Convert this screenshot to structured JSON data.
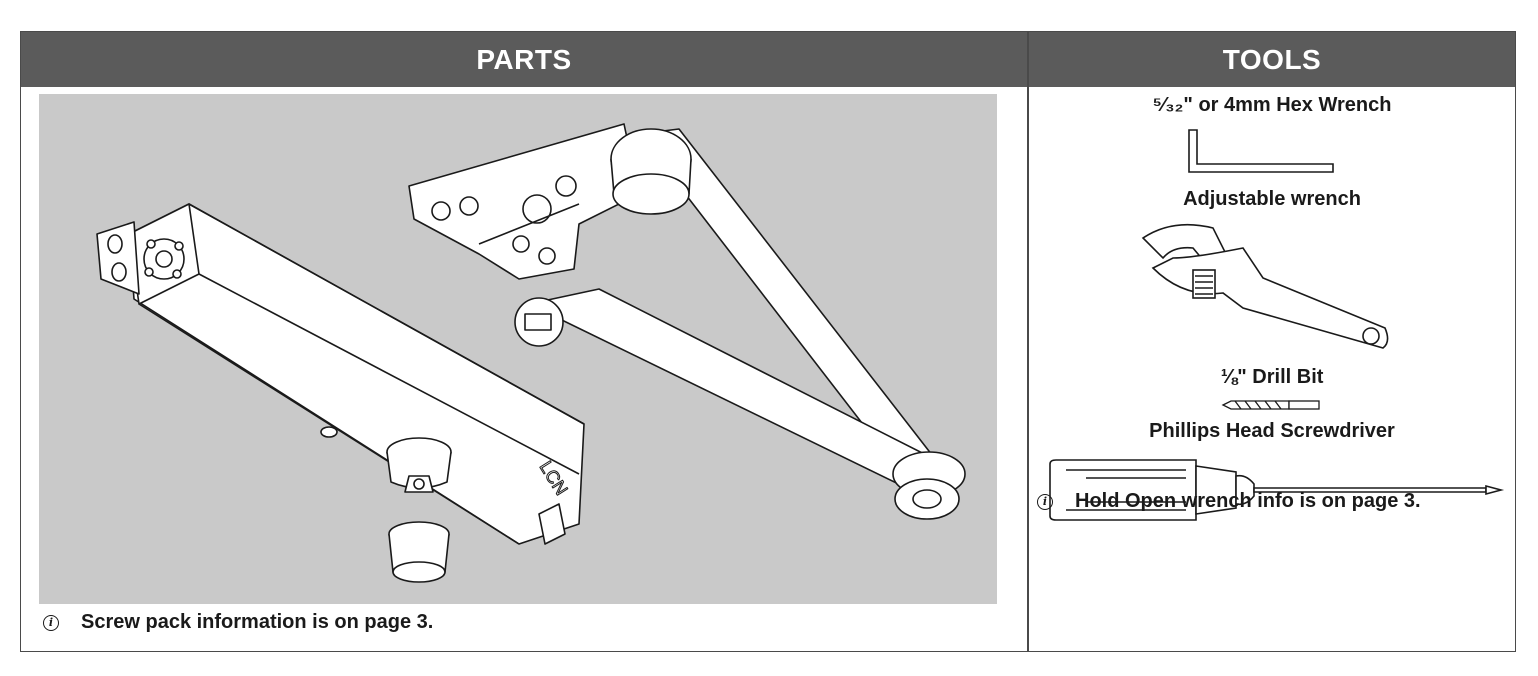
{
  "header": {
    "parts_title": "PARTS",
    "tools_title": "TOOLS"
  },
  "parts": {
    "logo_text": "LCN",
    "note": "Screw pack information is on page 3."
  },
  "tools": {
    "items": [
      {
        "label": "⁵⁄₃₂\" or 4mm Hex Wrench",
        "icon": "hex-wrench-icon"
      },
      {
        "label": "Adjustable wrench",
        "icon": "adjustable-wrench-icon"
      },
      {
        "label": "⅛\" Drill Bit",
        "icon": "drill-bit-icon"
      },
      {
        "label": "Phillips Head Screwdriver",
        "icon": "screwdriver-icon"
      }
    ],
    "note": "Hold Open wrench info is on page 3."
  },
  "icons": {
    "info": "info-icon"
  },
  "colors": {
    "header_bg": "#5b5b5b",
    "parts_bg": "#c9c9c9",
    "line": "#1a1a1a"
  }
}
